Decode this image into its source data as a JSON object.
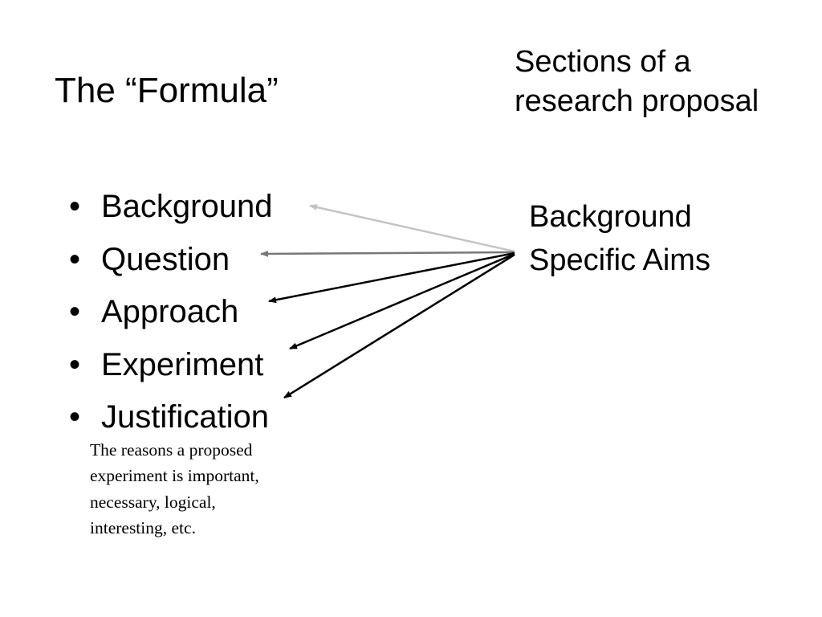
{
  "slide": {
    "title": "The “Formula”",
    "sections_heading_lines": [
      "Sections of a",
      "research proposal"
    ],
    "formula_items": [
      "Background",
      "Question",
      "Approach",
      "Experiment",
      "Justification"
    ],
    "bullet_glyph": "•",
    "justification_note_lines": [
      "The reasons a proposed",
      "experiment is important,",
      "necessary, logical,",
      "interesting, etc."
    ],
    "proposal_sections": [
      "Background",
      "Specific Aims"
    ]
  },
  "colors": {
    "arrow_light": "#c4c4c4",
    "arrow_medium": "#777777",
    "arrow_dark": "#000000",
    "text": "#000000"
  }
}
